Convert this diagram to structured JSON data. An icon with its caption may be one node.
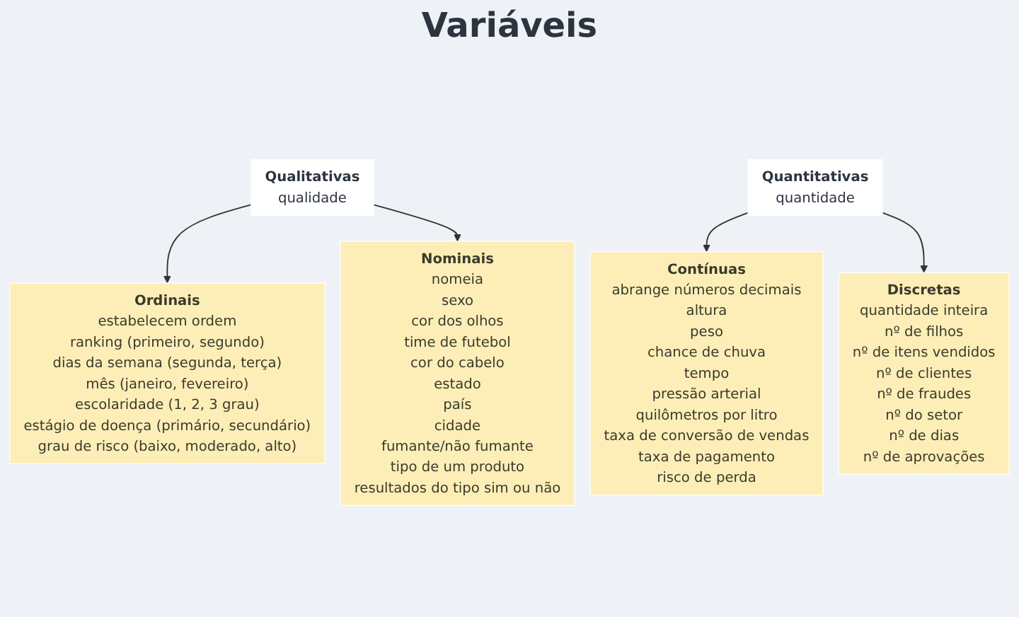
{
  "diagram": {
    "title": "Variáveis",
    "nodes": [
      {
        "text": [
          "Qualitativas",
          "qualidade"
        ]
      },
      {
        "text": [
          "Quantitativas",
          "quantidade"
        ]
      },
      {
        "text": [
          "Ordinais",
          "estabelecem ordem",
          "ranking (primeiro, segundo)",
          "dias da semana (segunda, terça)",
          "mês (janeiro, fevereiro)",
          "escolaridade (1, 2, 3 grau)",
          "estágio de doença (primário, secundário)",
          "grau de risco (baixo, moderado, alto)"
        ]
      },
      {
        "text": [
          "Nominais",
          "nomeia",
          "sexo",
          "cor dos olhos",
          "time de futebol",
          "cor do cabelo",
          "estado",
          "país",
          "cidade",
          "fumante/não fumante",
          "tipo de um produto",
          "resultados do tipo sim ou não"
        ]
      },
      {
        "text": [
          "Contínuas",
          "abrange números decimais",
          "altura",
          "peso",
          "chance de chuva",
          "tempo",
          "pressão arterial",
          "quilômetros por litro",
          "taxa de conversão de vendas",
          "taxa de pagamento",
          "risco de perda"
        ]
      },
      {
        "text": [
          "Discretas",
          "quantidade inteira",
          "nº de filhos",
          "nº de itens vendidos",
          "nº de clientes",
          "nº de fraudes",
          "nº do setor",
          "nº de dias",
          "nº de aprovações"
        ]
      }
    ],
    "edges": [
      {
        "from": 0,
        "to": 2,
        "arrow": "to"
      },
      {
        "from": 0,
        "to": 3,
        "arrow": "to"
      },
      {
        "from": 1,
        "to": 4,
        "arrow": "to"
      },
      {
        "from": 1,
        "to": 5,
        "arrow": "to"
      }
    ]
  }
}
